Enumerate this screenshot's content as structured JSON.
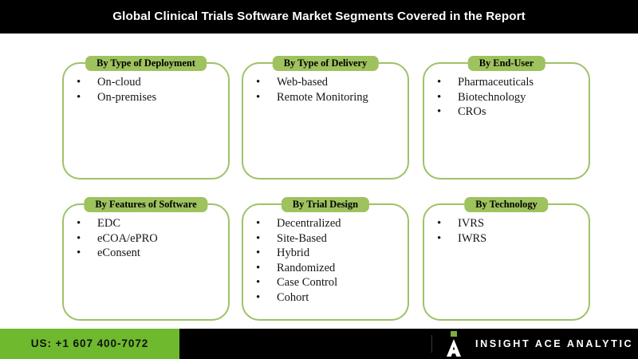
{
  "header": {
    "title": "Global Clinical Trials Software Market Segments Covered in the Report"
  },
  "colors": {
    "band_background": "#000000",
    "band_text": "#ffffff",
    "banner_green": "#9ec25e",
    "card_border_green": "#9dc269",
    "footer_green": "#6fb92e",
    "card_background": "#ffffff",
    "body_text": "#161616"
  },
  "cards": [
    {
      "title": "By Type of Deployment",
      "items": [
        "On-cloud",
        "On-premises"
      ]
    },
    {
      "title": "By Type of Delivery",
      "items": [
        "Web-based",
        "Remote Monitoring"
      ]
    },
    {
      "title": "By End-User",
      "items": [
        "Pharmaceuticals",
        "Biotechnology",
        "CROs"
      ]
    },
    {
      "title": "By Features of Software",
      "items": [
        "EDC",
        "eCOA/ePRO",
        "eConsent"
      ]
    },
    {
      "title": "By Trial Design",
      "items": [
        "Decentralized",
        "Site-Based",
        "Hybrid",
        "Randomized",
        "Case Control",
        "Cohort"
      ]
    },
    {
      "title": "By Technology",
      "items": [
        "IVRS",
        "IWRS"
      ]
    }
  ],
  "bullet_glyph": "•",
  "footer": {
    "phone": "US: +1 607 400-7072",
    "brand_name": "INSIGHT ACE ANALYTIC",
    "logo_icon": "insight-ace-a-mark"
  }
}
